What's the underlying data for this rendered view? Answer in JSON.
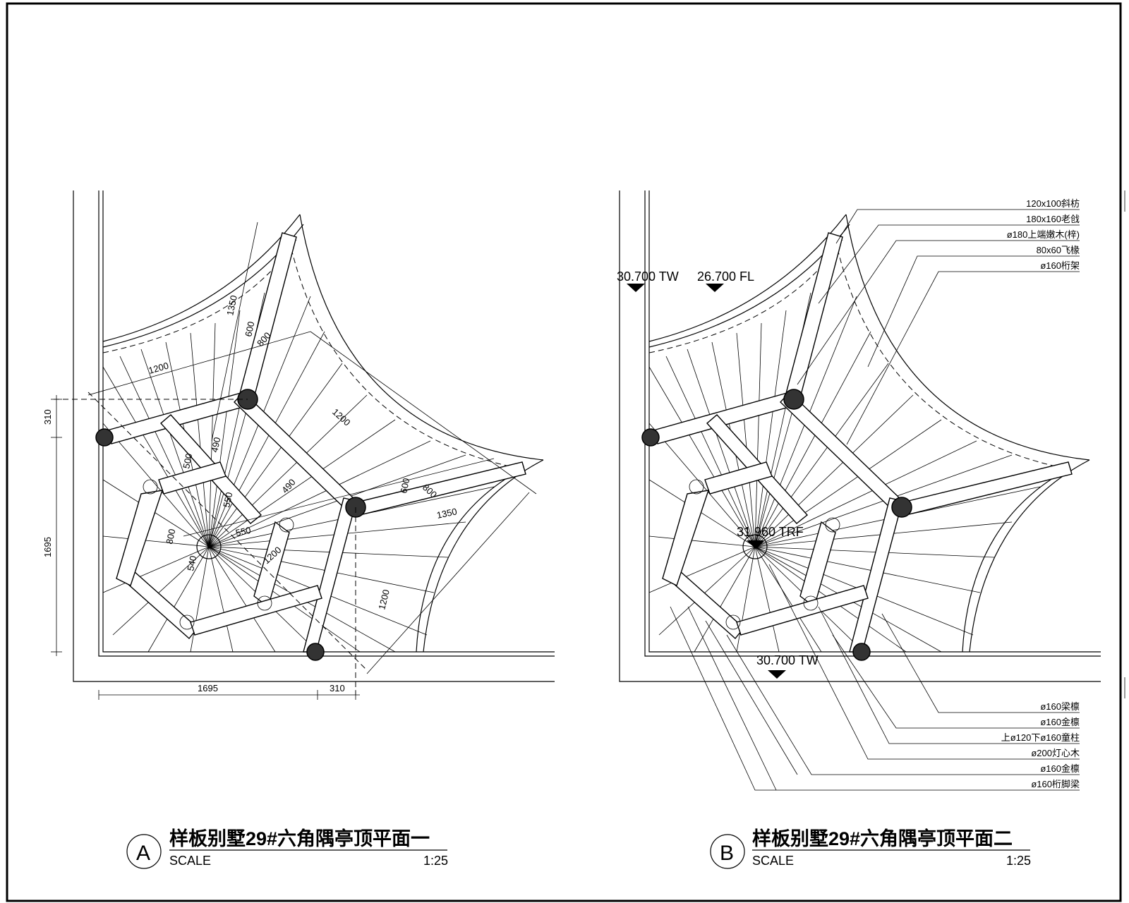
{
  "plan_a": {
    "title": "样板别墅29#六角隅亭顶平面一",
    "marker": "A",
    "scale_label": "SCALE",
    "scale_value": "1:25",
    "dims": {
      "left_top": "310",
      "left_main": "1695",
      "bottom_main": "1695",
      "bottom_right": "310",
      "upper_1200": "1200",
      "upper_1350": "1350",
      "upper_600": "600",
      "upper_800": "800",
      "right_1200": "1200",
      "right_600": "600",
      "right_800": "800",
      "right_1350": "1350",
      "mid_490": "490",
      "mid_550": "550",
      "mid_1200": "1200",
      "lower_1200": "1200",
      "inner_500": "500",
      "inner_490": "490",
      "inner_550": "550",
      "inner_800": "800",
      "inner_540": "540"
    }
  },
  "plan_b": {
    "title": "样板别墅29#六角隅亭顶平面二",
    "marker": "B",
    "scale_label": "SCALE",
    "scale_value": "1:25",
    "elevations": {
      "tw_left": "30.700 TW",
      "fl": "26.700 FL",
      "trf": "31.960 TRF",
      "tw_bottom": "30.700 TW"
    },
    "labels_top": [
      "120x100斜枋",
      "180x160老戗",
      "ø180上端嫩木(梓)",
      "80x60飞椽",
      "ø160桁架"
    ],
    "labels_bottom": [
      "ø160梁檩",
      "ø160金檩",
      "上ø120下ø160童柱",
      "ø200灯心木",
      "ø160金檩",
      "ø160桁脚梁"
    ]
  }
}
